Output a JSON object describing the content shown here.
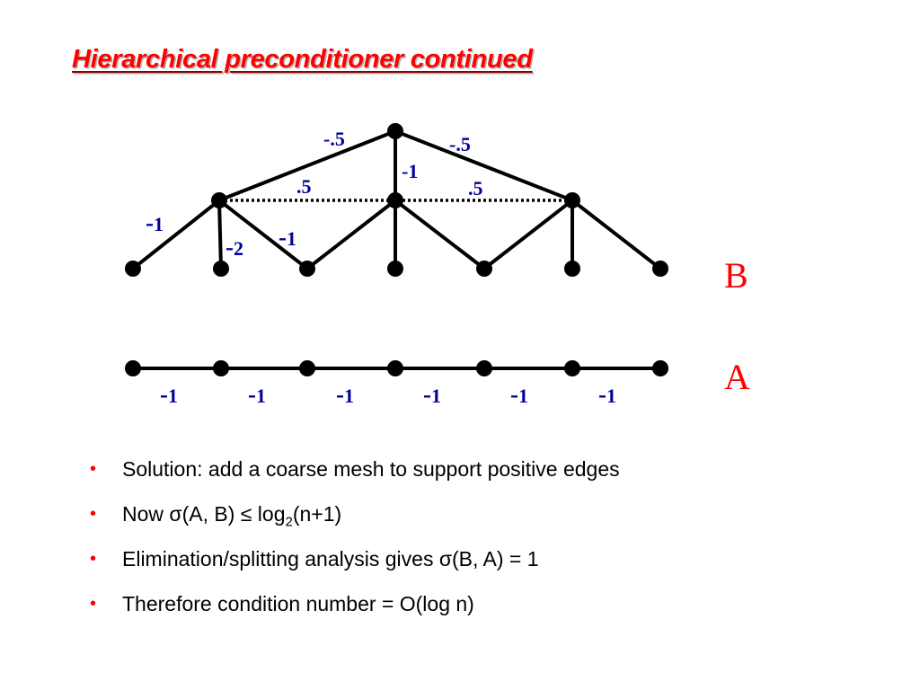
{
  "slide": {
    "title": "Hierarchical preconditioner continued"
  },
  "graph_b": {
    "label": "B",
    "edge_labels": {
      "top_left_outer": "-.5",
      "top_right_outer": "-.5",
      "top_center": "-1",
      "top_left_inner": ".5",
      "top_right_inner": ".5",
      "left_diag": "1",
      "left_vertical": "2",
      "left_inner_diag": "1"
    }
  },
  "graph_a": {
    "label": "A",
    "edge_labels": [
      "1",
      "1",
      "1",
      "1",
      "1",
      "1"
    ]
  },
  "bullets": {
    "b1": "Solution:  add a coarse mesh to support positive edges",
    "b2_prefix": "Now σ(A, B) ",
    "b2_leq": "≤",
    "b2_log": " log",
    "b2_sub": "2",
    "b2_suffix": "(n+1)",
    "b3": "Elimination/splitting analysis gives σ(B, A) = 1",
    "b4": "Therefore condition number = O(log n)",
    "marker": "•"
  },
  "colors": {
    "title": "#ff0000",
    "edge_label": "#000099",
    "graph_label": "#ff0000",
    "bullet_marker": "#ff0000"
  }
}
